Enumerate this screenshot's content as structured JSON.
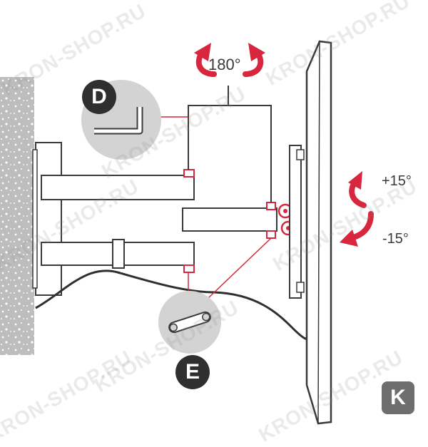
{
  "labels": {
    "rotation_swivel": "180°",
    "tilt_up": "+15°",
    "tilt_down": "-15°",
    "tool_d": "D",
    "tool_e": "E"
  },
  "watermarks": [
    "KRON-SHOP.RU",
    "KRON-SHOP.RU",
    "KRON-SHOP.RU",
    "KRON-SHOP.RU",
    "KRON-SHOP.RU",
    "KRON-SHOP.RU",
    "KRON-SHOP.RU",
    "KRON-SHOP.RU"
  ],
  "logo": {
    "letter": "K"
  },
  "colors": {
    "accent": "#d7263d",
    "outline": "#3a3a3a",
    "wall": "#bdbdbd",
    "badge": "#2f2f2f"
  }
}
